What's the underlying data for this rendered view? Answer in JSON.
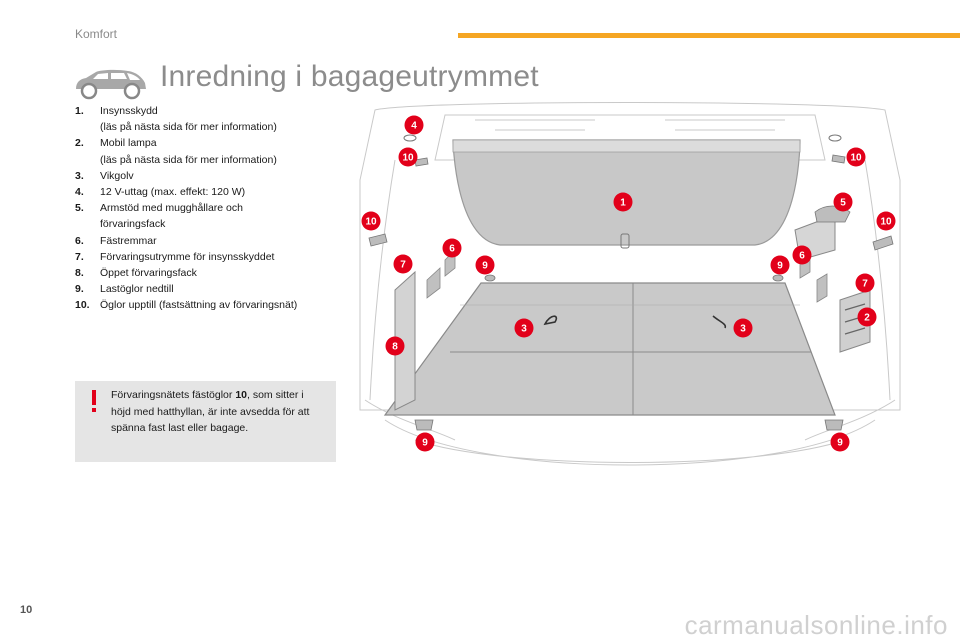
{
  "header": {
    "section": "Komfort",
    "title": "Inredning i bagageutrymmet"
  },
  "legend": [
    {
      "num": "1.",
      "lines": [
        "Insynsskydd",
        "(läs på nästa sida för mer information)"
      ]
    },
    {
      "num": "2.",
      "lines": [
        "Mobil lampa",
        "(läs på nästa sida för mer information)"
      ]
    },
    {
      "num": "3.",
      "lines": [
        "Vikgolv"
      ]
    },
    {
      "num": "4.",
      "lines": [
        "12 V-uttag (max. effekt: 120 W)"
      ]
    },
    {
      "num": "5.",
      "lines": [
        "Armstöd med mugghållare och",
        "förvaringsfack"
      ]
    },
    {
      "num": "6.",
      "lines": [
        "Fästremmar"
      ]
    },
    {
      "num": "7.",
      "lines": [
        "Förvaringsutrymme för insynsskyddet"
      ]
    },
    {
      "num": "8.",
      "lines": [
        "Öppet förvaringsfack"
      ]
    },
    {
      "num": "9.",
      "lines": [
        "Lastöglor nedtill"
      ]
    },
    {
      "num": "10.",
      "lines": [
        "Öglor upptill (fastsättning av förvaringsnät)"
      ]
    }
  ],
  "note": {
    "before": "Förvaringsnätets fästöglor ",
    "bold": "10",
    "after": ", som sitter i höjd med hatthyllan, är inte avsedda för att spänna fast last eller bagage."
  },
  "callouts": [
    "1",
    "2",
    "3",
    "3",
    "4",
    "5",
    "6",
    "6",
    "7",
    "7",
    "8",
    "9",
    "9",
    "9",
    "9",
    "10",
    "10",
    "10",
    "10"
  ],
  "page_number": "10",
  "watermark": "carmanualsonline.info",
  "colors": {
    "accent": "#f5a623",
    "callout": "#e2001a",
    "note_bg": "#e5e5e5"
  }
}
